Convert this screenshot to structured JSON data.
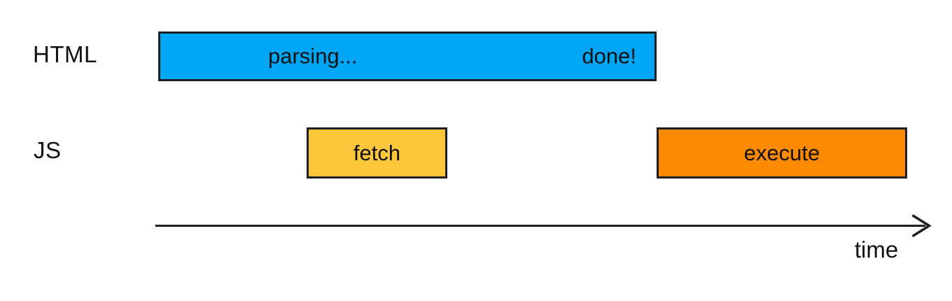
{
  "diagram": {
    "kind": "script-loading-timeline",
    "rows": [
      {
        "id": "html",
        "label": "HTML",
        "bars": [
          {
            "id": "parsing",
            "label_left": "parsing...",
            "label_right": "done!",
            "color": "#00a5f4"
          }
        ]
      },
      {
        "id": "js",
        "label": "JS",
        "bars": [
          {
            "id": "fetch",
            "label": "fetch",
            "color": "#fdc73b"
          },
          {
            "id": "execute",
            "label": "execute",
            "color": "#fb8a00"
          }
        ]
      }
    ],
    "axis": {
      "label": "time",
      "direction": "right"
    },
    "colors": {
      "background": "#ffffff",
      "bar_border": "#1c1e21",
      "text": "#111111",
      "parsing_bar": "#00a5f4",
      "fetch_bar": "#fdc73b",
      "execute_bar": "#fb8a00"
    }
  }
}
